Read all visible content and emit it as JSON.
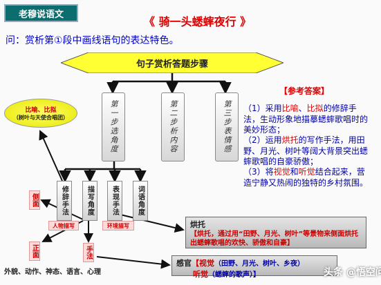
{
  "header": {
    "tag": "老穆说语文",
    "title": "《 骑一头蟋蟀夜行 》",
    "question": "问：赏析第①段中画线语句的表达特色。"
  },
  "banner": "句子赏析答题步骤",
  "steps": [
    {
      "num": "第一步",
      "text": "选角度"
    },
    {
      "num": "第二步",
      "text": "析内容"
    },
    {
      "num": "第三步",
      "text": "表情感"
    }
  ],
  "angles": [
    "修辞手法",
    "描写角度",
    "表现手法",
    "词语角度"
  ],
  "ellipse": {
    "line1": "比喻、比拟",
    "line2": "（树叶与天使合唱团）"
  },
  "description": {
    "side": "侧面",
    "front": "正面",
    "person": "人物描写",
    "environment": "环境描写",
    "technique": "手法",
    "details": "外貌、动作、神态、语言、心理"
  },
  "answer": {
    "title": "【参考答案】",
    "p1_a": "（1）采用",
    "p1_b": "比喻",
    "p1_c": "、",
    "p1_d": "比拟",
    "p1_e": "的修辞手法，生动形象地描摹蟋蟀歌唱时的美妙形态；",
    "p2_a": "（2）运用",
    "p2_b": "烘托",
    "p2_c": "的写作手法，用田野、月光、树叶等阔大背景突出蟋蟀歌唱的自豪骄傲；",
    "p3_a": "（3）将",
    "p3_b": "视觉",
    "p3_c": "和",
    "p3_d": "听觉",
    "p3_e": "结合起来，营造宁静又热闹的独特的乡村氛围。"
  },
  "hongtuo": {
    "title": "烘托",
    "body": "【烘托，通过用“田野、月光、树叶”等景物来侧面烘托出蟋蟀歌唱的欢快、骄傲和自豪】"
  },
  "ganguan": {
    "label": "感官",
    "vision": "【视觉",
    "vision_items": "（田野、月光、树叶、乡夜）",
    "hearing": "听觉",
    "hearing_items": "（蟋蟀的歌声）】"
  },
  "watermark": "头条 @悟空问答",
  "colors": {
    "teal": "#0b6d6d",
    "red": "#e00000",
    "blue": "#0000cc",
    "banner": "#ffff33"
  }
}
